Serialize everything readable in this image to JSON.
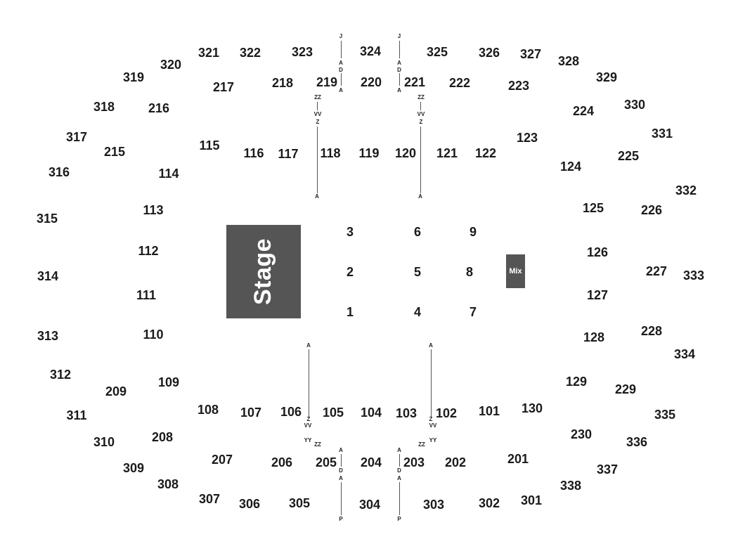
{
  "stage": {
    "label": "Stage"
  },
  "mix": {
    "label": "Mix"
  },
  "sections": {
    "upper": [
      "301",
      "302",
      "303",
      "304",
      "305",
      "306",
      "307",
      "308",
      "309",
      "310",
      "311",
      "312",
      "313",
      "314",
      "315",
      "316",
      "317",
      "318",
      "319",
      "320",
      "321",
      "322",
      "323",
      "324",
      "325",
      "326",
      "327",
      "328",
      "329",
      "330",
      "331",
      "332",
      "333",
      "334",
      "335",
      "336",
      "337",
      "338"
    ],
    "middle": [
      "201",
      "202",
      "203",
      "204",
      "205",
      "206",
      "207",
      "208",
      "209",
      "215",
      "216",
      "217",
      "218",
      "219",
      "220",
      "221",
      "222",
      "223",
      "224",
      "225",
      "226",
      "227",
      "228",
      "229",
      "230"
    ],
    "lower": [
      "101",
      "102",
      "103",
      "104",
      "105",
      "106",
      "107",
      "108",
      "109",
      "110",
      "111",
      "112",
      "113",
      "114",
      "115",
      "116",
      "117",
      "118",
      "119",
      "120",
      "121",
      "122",
      "123",
      "124",
      "125",
      "126",
      "127",
      "128",
      "129",
      "130"
    ],
    "floor": [
      "1",
      "2",
      "3",
      "4",
      "5",
      "6",
      "7",
      "8",
      "9"
    ]
  },
  "row_markers": {
    "top_left_upper": [
      "J",
      "A",
      "D",
      "A"
    ],
    "top_right_upper": [
      "J",
      "A",
      "D",
      "A"
    ],
    "top_left_lower": [
      "ZZ",
      "VV",
      "Z",
      "A"
    ],
    "top_right_lower": [
      "ZZ",
      "VV",
      "Z",
      "A"
    ],
    "bottom_left_lower": [
      "A",
      "Z",
      "VV",
      "YY",
      "ZZ"
    ],
    "bottom_right_lower": [
      "A",
      "Z",
      "VV",
      "YY",
      "ZZ"
    ],
    "bottom_left_upper": [
      "A",
      "D",
      "A",
      "P"
    ],
    "bottom_right_upper": [
      "A",
      "D",
      "A",
      "P"
    ]
  }
}
